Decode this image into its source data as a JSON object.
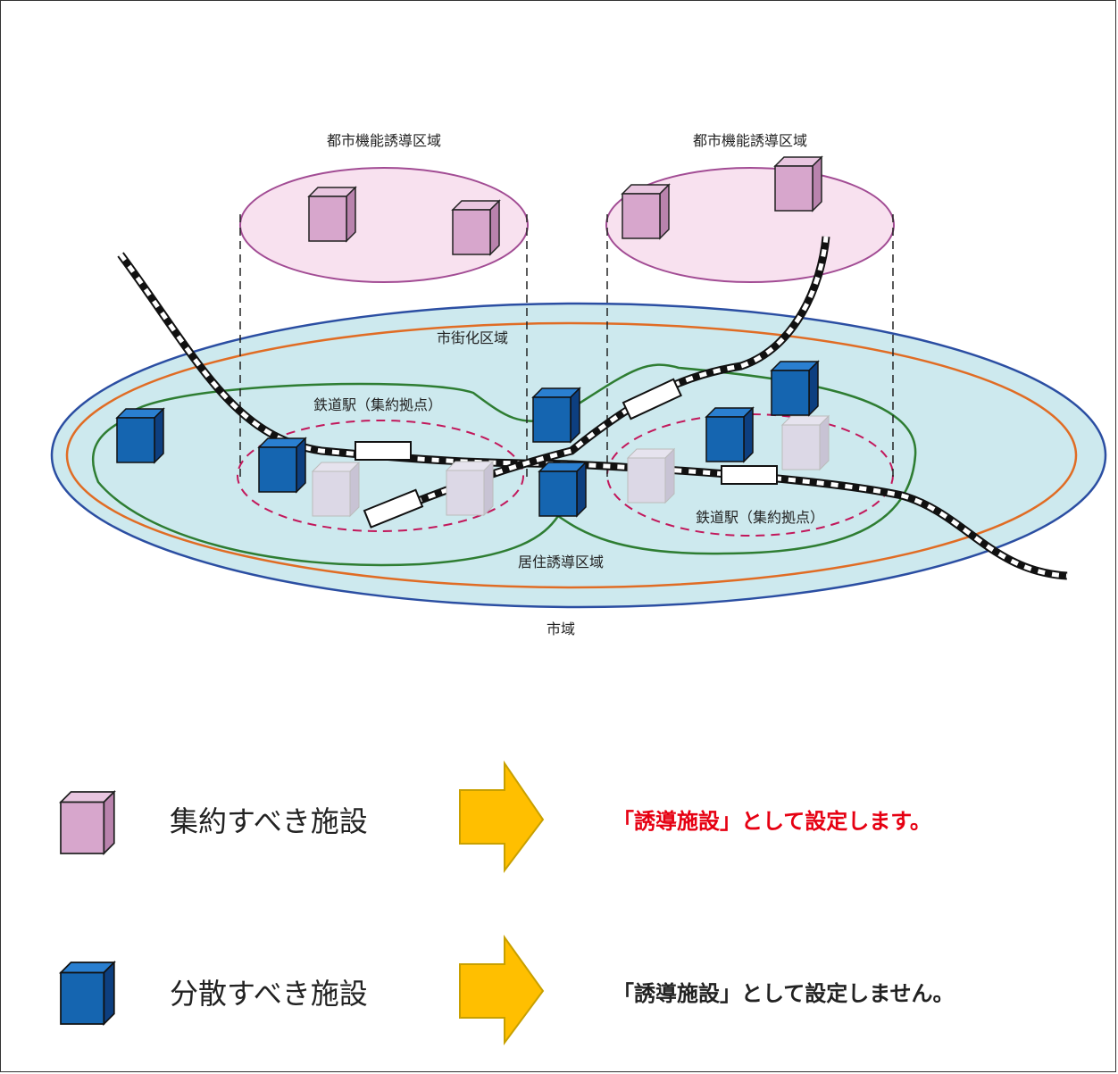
{
  "labels": {
    "city_function_area_left": "都市機能誘導区域",
    "city_function_area_right": "都市機能誘導区域",
    "urbanization_area": "市街化区域",
    "station_left": "鉄道駅（集約拠点）",
    "station_right": "鉄道駅（集約拠点）",
    "residential_area": "居住誘導区域",
    "city_area": "市域"
  },
  "legend": {
    "concentrate": {
      "label": "集約すべき施設",
      "result": "「誘導施設」として設定します。",
      "result_color": "#e60012",
      "icon_color": "#d7a6cc"
    },
    "disperse": {
      "label": "分散すべき施設",
      "result": "「誘導施設」として設定しません。",
      "result_color": "#222222",
      "icon_color": "#1565b0"
    }
  },
  "colors": {
    "city_area_fill": "#cde9ee",
    "city_area_stroke": "#2b4ea2",
    "urbanization_stroke": "#e06c24",
    "residential_stroke": "#2e7d32",
    "station_zone_stroke": "#c2185b",
    "function_area_fill": "#f8e1ef",
    "function_area_stroke": "#a24c94",
    "arrow_fill": "#ffbf00",
    "arrow_stroke": "#c8a000"
  }
}
